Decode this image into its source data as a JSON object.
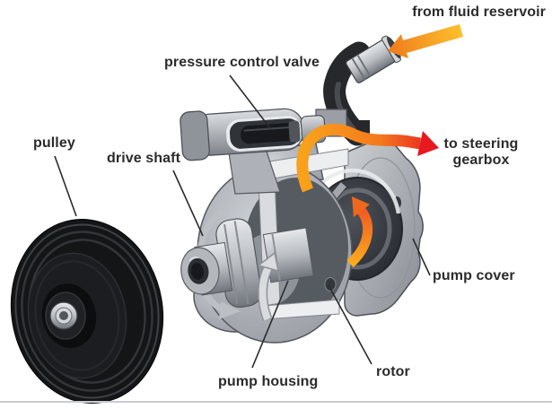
{
  "diagram": {
    "subject": "power steering pump cutaway diagram",
    "background_color": "#ffffff",
    "bottom_rule_color": "#c9cbcf",
    "label_color": "#2b2b2b",
    "labels": {
      "from_fluid_reservoir": "from fluid reservoir",
      "pressure_control_valve": "pressure control valve",
      "pulley": "pulley",
      "drive_shaft": "drive shaft",
      "to_steering_line1": "to steering",
      "to_steering_line2": "gearbox",
      "pump_cover": "pump cover",
      "rotor": "rotor",
      "pump_housing": "pump housing"
    },
    "arrows": [
      {
        "name": "inlet-flow-arrow",
        "meaning": "fluid in from reservoir",
        "direction": "down-left",
        "color_start": "#fdc22c",
        "color_end": "#ef7a1d"
      },
      {
        "name": "outlet-flow-arrow",
        "meaning": "fluid out to steering gearbox",
        "direction": "right",
        "color_start": "#f9a11b",
        "color_end": "#e8191f"
      },
      {
        "name": "rotor-flow-arrow",
        "meaning": "fluid circulation inside pump",
        "direction": "up",
        "color_start": "#fbab1e",
        "color_end": "#ef5a22"
      },
      {
        "name": "shaft-rotation-arrow",
        "meaning": "drive shaft rotation",
        "direction": "up",
        "color": "#d9dbde"
      }
    ],
    "parts": [
      "pulley",
      "drive shaft",
      "pressure control valve",
      "pump housing",
      "rotor",
      "pump cover",
      "inlet fitting"
    ]
  }
}
